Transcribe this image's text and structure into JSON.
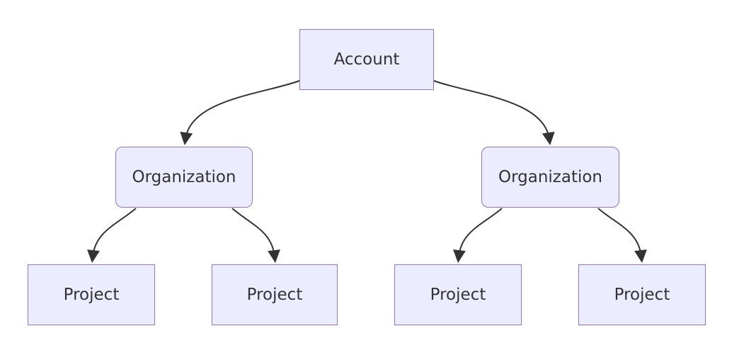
{
  "diagram": {
    "type": "flowchart",
    "direction": "top-down",
    "colors": {
      "node_fill": "#ECECFF",
      "node_border": "#9370DB",
      "edge": "#333333",
      "text": "#333333",
      "background": "#ffffff"
    },
    "nodes": [
      {
        "id": "account",
        "label": "Account",
        "shape": "rectangle"
      },
      {
        "id": "org-left",
        "label": "Organization",
        "shape": "rounded"
      },
      {
        "id": "org-right",
        "label": "Organization",
        "shape": "rounded"
      },
      {
        "id": "project-1",
        "label": "Project",
        "shape": "rectangle"
      },
      {
        "id": "project-2",
        "label": "Project",
        "shape": "rectangle"
      },
      {
        "id": "project-3",
        "label": "Project",
        "shape": "rectangle"
      },
      {
        "id": "project-4",
        "label": "Project",
        "shape": "rectangle"
      }
    ],
    "edges": [
      {
        "from": "account",
        "to": "org-left"
      },
      {
        "from": "account",
        "to": "org-right"
      },
      {
        "from": "org-left",
        "to": "project-1"
      },
      {
        "from": "org-left",
        "to": "project-2"
      },
      {
        "from": "org-right",
        "to": "project-3"
      },
      {
        "from": "org-right",
        "to": "project-4"
      }
    ]
  }
}
